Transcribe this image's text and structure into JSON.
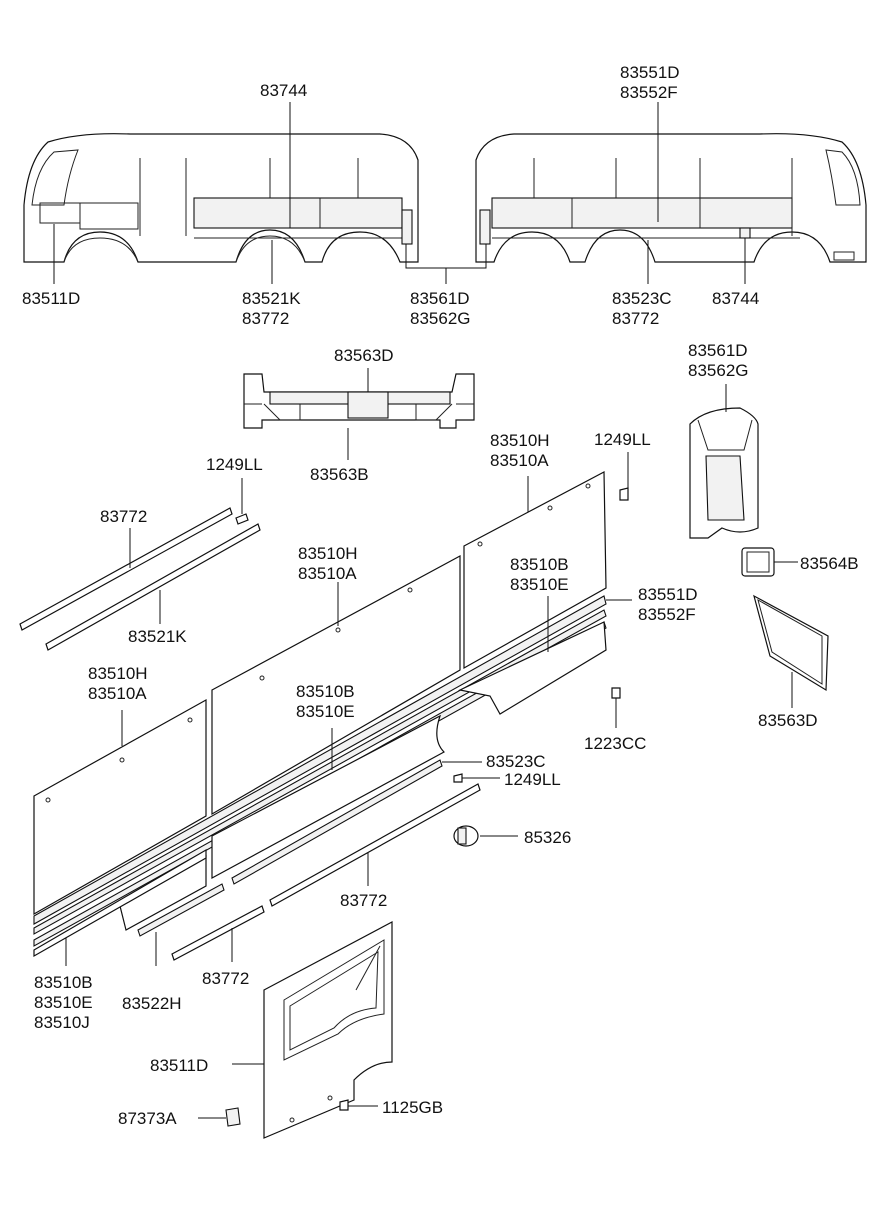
{
  "callouts": [
    {
      "id": "c01",
      "lines": [
        "83744"
      ]
    },
    {
      "id": "c02",
      "lines": [
        "83551D",
        "83552F"
      ]
    },
    {
      "id": "c03",
      "lines": [
        "83511D"
      ]
    },
    {
      "id": "c04",
      "lines": [
        "83521K",
        "83772"
      ]
    },
    {
      "id": "c05",
      "lines": [
        "83561D",
        "83562G"
      ]
    },
    {
      "id": "c06",
      "lines": [
        "83523C",
        "83772"
      ]
    },
    {
      "id": "c07",
      "lines": [
        "83744"
      ]
    },
    {
      "id": "c08",
      "lines": [
        "83563D"
      ]
    },
    {
      "id": "c09",
      "lines": [
        "83563B"
      ]
    },
    {
      "id": "c10",
      "lines": [
        "83561D",
        "83562G"
      ]
    },
    {
      "id": "c11",
      "lines": [
        "1249LL"
      ]
    },
    {
      "id": "c12",
      "lines": [
        "83510H",
        "83510A"
      ]
    },
    {
      "id": "c13",
      "lines": [
        "1249LL"
      ]
    },
    {
      "id": "c14",
      "lines": [
        "83772"
      ]
    },
    {
      "id": "c15",
      "lines": [
        "83521K"
      ]
    },
    {
      "id": "c16",
      "lines": [
        "83510H",
        "83510A"
      ]
    },
    {
      "id": "c17",
      "lines": [
        "83510B",
        "83510E"
      ]
    },
    {
      "id": "c18",
      "lines": [
        "83551D",
        "83552F"
      ]
    },
    {
      "id": "c19",
      "lines": [
        "83564B"
      ]
    },
    {
      "id": "c20",
      "lines": [
        "83563D"
      ]
    },
    {
      "id": "c21",
      "lines": [
        "83510H",
        "83510A"
      ]
    },
    {
      "id": "c22",
      "lines": [
        "83510B",
        "83510E"
      ]
    },
    {
      "id": "c23",
      "lines": [
        "1223CC"
      ]
    },
    {
      "id": "c24",
      "lines": [
        "83523C"
      ]
    },
    {
      "id": "c25",
      "lines": [
        "1249LL"
      ]
    },
    {
      "id": "c26",
      "lines": [
        "85326"
      ]
    },
    {
      "id": "c27",
      "lines": [
        "83772"
      ]
    },
    {
      "id": "c28",
      "lines": [
        "83510B",
        "83510E",
        "83510J"
      ]
    },
    {
      "id": "c29",
      "lines": [
        "83522H"
      ]
    },
    {
      "id": "c30",
      "lines": [
        "83772"
      ]
    },
    {
      "id": "c31",
      "lines": [
        "83511D"
      ]
    },
    {
      "id": "c32",
      "lines": [
        "87373A"
      ]
    },
    {
      "id": "c33",
      "lines": [
        "1125GB"
      ]
    }
  ]
}
